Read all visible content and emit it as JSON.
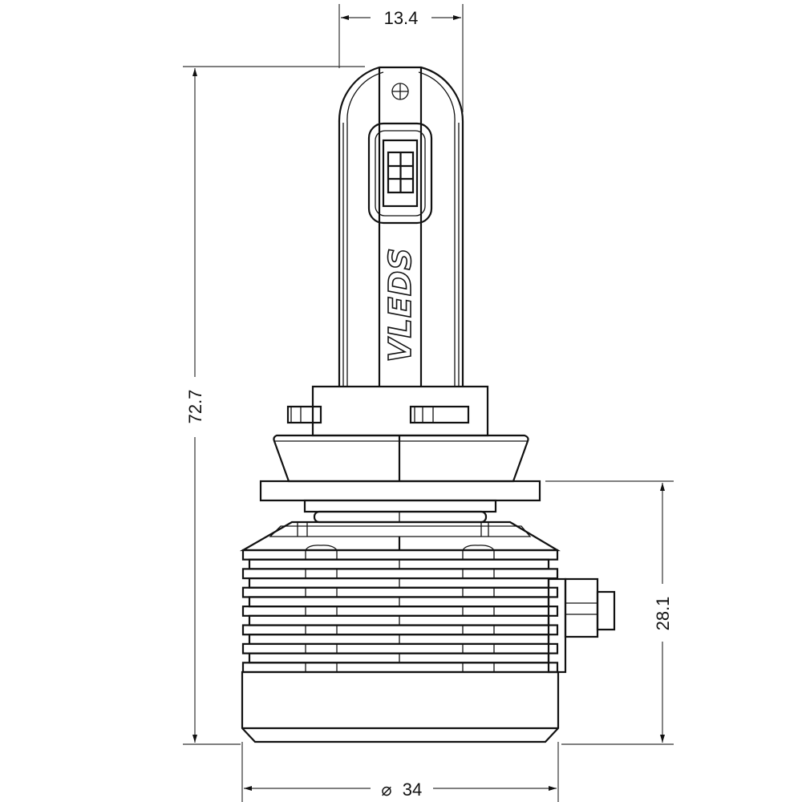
{
  "title": "LED bulb dimension drawing",
  "dimensions": {
    "stem_width": "13.4",
    "overall_height": "72.7",
    "base_height": "28.1",
    "diameter_symbol": "⌀",
    "diameter": "34"
  },
  "logo_text": "VLEDS",
  "colors": {
    "line": "#111111",
    "background": "#ffffff"
  }
}
